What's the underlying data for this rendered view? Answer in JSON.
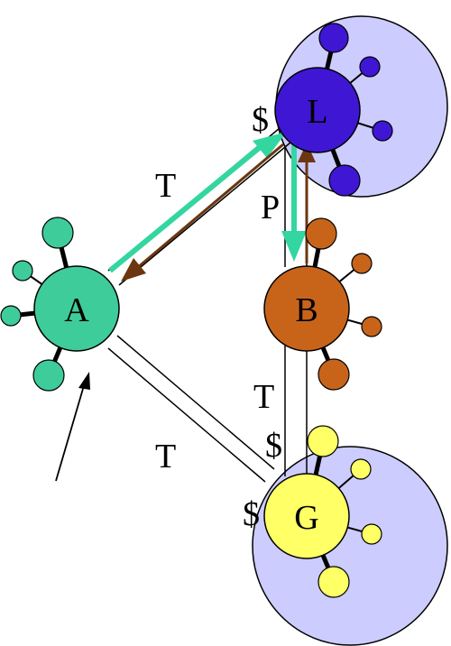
{
  "diagram": {
    "nodes": {
      "A": {
        "label": "A",
        "color": "#3ecc9a"
      },
      "L": {
        "label": "L",
        "color": "#3f16d4"
      },
      "B": {
        "label": "B",
        "color": "#c8641a"
      },
      "G": {
        "label": "G",
        "color": "#ffff66"
      }
    },
    "cluster_color": "#ccccff",
    "flow_colors": {
      "green": "#33d6a0",
      "brown": "#6b3610"
    },
    "edge_labels": {
      "A_L": "T",
      "L_B": "P",
      "B_G": "T",
      "A_G": "T"
    },
    "markers": {
      "L": "$",
      "G_top": "$",
      "G_left": "$"
    }
  }
}
